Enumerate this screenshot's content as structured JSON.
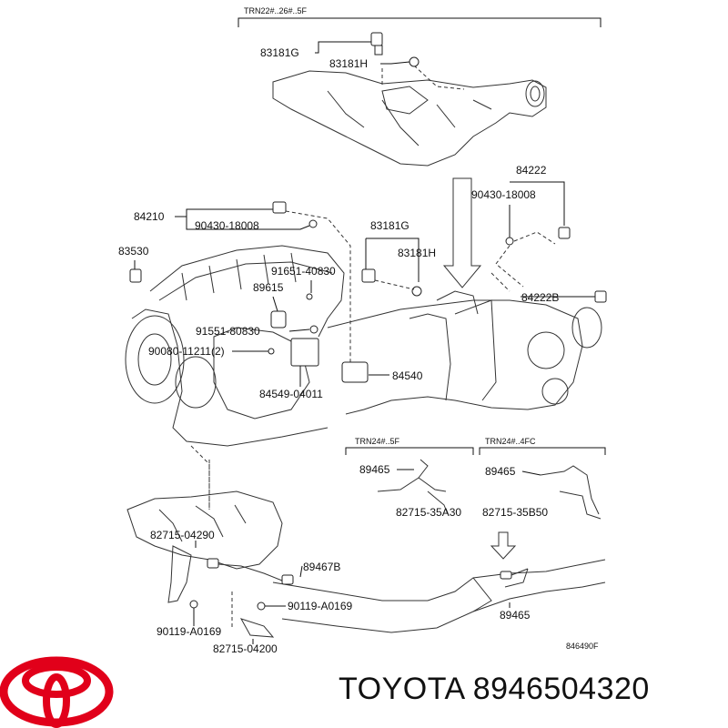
{
  "diagram": {
    "drawing_code": "846490F",
    "variants": {
      "top": "TRN22#..26#..5F",
      "mid_left": "TRN24#..5F",
      "mid_right": "TRN24#..4FC"
    },
    "labels": {
      "p83181G_top": "83181G",
      "p83181H_top": "83181H",
      "p84222": "84222",
      "p90430_right": "90430-18008",
      "p84210": "84210",
      "p90430_left": "90430-18008",
      "p83181G_mid": "83181G",
      "p83181H_mid": "83181H",
      "p83530": "83530",
      "p91651": "91651-40830",
      "p89615": "89615",
      "p84222B": "84222B",
      "p91551": "91551-80830",
      "p90080": "90080-11211(2)",
      "p84540": "84540",
      "p84549": "84549-04011",
      "p89465_a": "89465",
      "p82715_35A30": "82715-35A30",
      "p89465_b": "89465",
      "p82715_35B50": "82715-35B50",
      "p82715_04290": "82715-04290",
      "p89467B": "89467B",
      "p90119_right": "90119-A0169",
      "p90119_left": "90119-A0169",
      "p82715_04200": "82715-04200",
      "p89465_c": "89465"
    }
  },
  "footer": {
    "brand": "TOYOTA",
    "part_number": "8946504320",
    "text": "TOYOTA 8946504320",
    "logo_color": "#e1001a",
    "logo_name": "toyota-logo"
  }
}
